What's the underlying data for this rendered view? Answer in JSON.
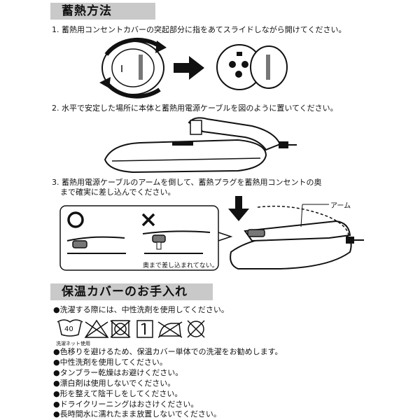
{
  "section1": {
    "title": "蓄熱方法",
    "step1": "1. 蓄熱用コンセントカバーの突起部分に指をあてスライドしながら開けてください。",
    "step2": "2. 水平で安定した場所に本体と蓄熱用電源ケーブルを図のように置いてください。",
    "step3_line1": "3. 蓄熱用電源ケーブルのアームを倒して、蓄熱プラグを蓄熱用コンセントの奥",
    "step3_line2": "まで確実に差し込んでください。",
    "arm_label": "アーム",
    "note_not_inserted": "奥まで差し込まれてない。"
  },
  "section2": {
    "title": "保温カバーのお手入れ",
    "intro": "●洗濯する際には、中性洗剤を使用してください。",
    "wash_temp": "40",
    "wash_net": "洗濯ネット使用",
    "care_icons": [
      "wash-40-icon",
      "no-bleach-icon",
      "no-tumble-dry-icon",
      "line-dry-icon",
      "no-iron-icon",
      "no-dryclean-icon"
    ],
    "bullets": [
      "●色移りを避けるため、保温カバー単体での洗濯をお勧めします。",
      "●中性洗剤を使用してください。",
      "●タンブラー乾燥はお避けください。",
      "●漂白剤は使用しないでください。",
      "●形を整えて陰干しをしてください。",
      "●ドライクリーニングはおさけください。",
      "●長時間水に濡れたまま放置しないでください。"
    ]
  }
}
